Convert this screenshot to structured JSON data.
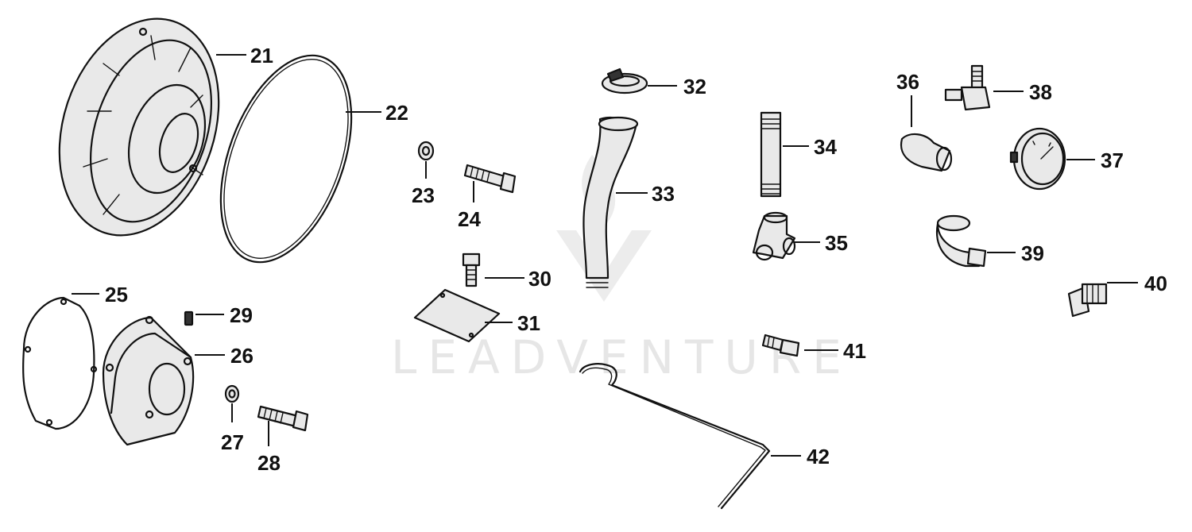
{
  "watermark": {
    "text": "LEADVENTURE"
  },
  "parts": [
    {
      "id": "21"
    },
    {
      "id": "22"
    },
    {
      "id": "23"
    },
    {
      "id": "24"
    },
    {
      "id": "25"
    },
    {
      "id": "26"
    },
    {
      "id": "27"
    },
    {
      "id": "28"
    },
    {
      "id": "29"
    },
    {
      "id": "30"
    },
    {
      "id": "31"
    },
    {
      "id": "32"
    },
    {
      "id": "33"
    },
    {
      "id": "34"
    },
    {
      "id": "35"
    },
    {
      "id": "36"
    },
    {
      "id": "37"
    },
    {
      "id": "38"
    },
    {
      "id": "39"
    },
    {
      "id": "40"
    },
    {
      "id": "41"
    },
    {
      "id": "42"
    }
  ]
}
